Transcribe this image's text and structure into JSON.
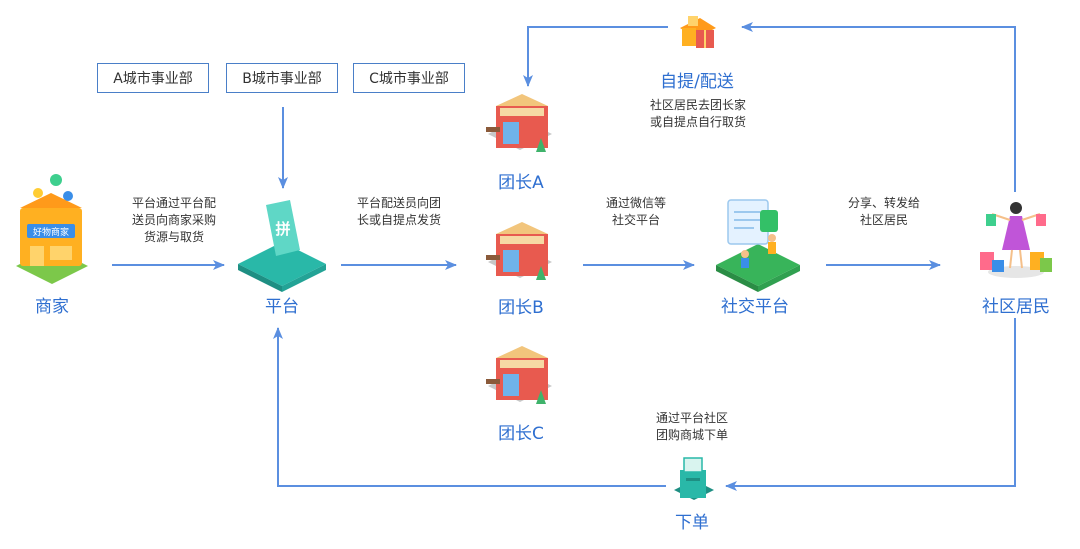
{
  "departments": [
    "A城市事业部",
    "B城市事业部",
    "C城市事业部"
  ],
  "nodes": {
    "merchant": "商家",
    "platform": "平台",
    "leader_a": "团长A",
    "leader_b": "团长B",
    "leader_c": "团长C",
    "social": "社交平台",
    "residents": "社区居民",
    "pickup": "自提/配送",
    "order": "下单"
  },
  "merchant_sign": "好物商家",
  "platform_badge": "拼",
  "edges": {
    "merchant_platform": [
      "平台通过平台配",
      "送员向商家采购",
      "货源与取货"
    ],
    "platform_leader": [
      "平台配送员向团",
      "长或自提点发货"
    ],
    "leader_social": [
      "通过微信等",
      "社交平台"
    ],
    "social_residents": [
      "分享、转发给",
      "社区居民"
    ],
    "pickup_note": [
      "社区居民去团长家",
      "或自提点自行取货"
    ],
    "order_note": [
      "通过平台社区",
      "团购商城下单"
    ]
  },
  "colors": {
    "arrow": "#5b8fe0",
    "node_text": "#2f6fd0",
    "box_border": "#4a7fc8"
  }
}
